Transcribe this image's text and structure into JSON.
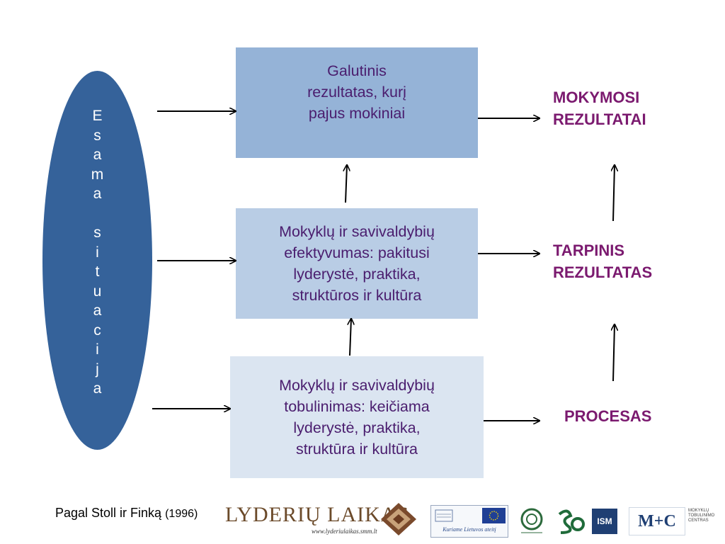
{
  "diagram": {
    "oval_text": "E\ns\na\nm\na\n\ns\ni\nt\nu\na\nc\ni\nj\na",
    "boxes": {
      "top": "Galutinis\nrezultatas, kurį\npajus mokiniai",
      "middle": "Mokyklų ir savivaldybių\nefektyvumas: pakitusi\nlyderystė, praktika,\nstruktūros ir kultūra",
      "bottom": "Mokyklų ir savivaldybių\ntobulinimas: keičiama\nlyderystė, praktika,\nstruktūra ir kultūra"
    },
    "labels": {
      "mokymosi": "MOKYMOSI\nREZULTATAI",
      "tarpinis": "TARPINIS\nREZULTATAS",
      "procesas": "PROCESAS"
    }
  },
  "footer": {
    "source_main": "Pagal Stoll ir Finką",
    "source_year": "(1996)",
    "logo_lyderiu_title": "LYDERIŲ LAIKAS",
    "logo_lyderiu_url": "www.lyderiulaikas.smm.lt",
    "logo_eu_slogan": "Kuriame Lietuvos ateitį",
    "logo_ism": "ISM",
    "logo_mtc": "M+C",
    "logo_mtc_sub": "MOKYKLŲ\nTOBULINIMO\nCENTRAS"
  },
  "colors": {
    "oval": "#35629a",
    "box_top": "#95b3d7",
    "box_middle": "#b9cde5",
    "box_bottom": "#dbe5f1",
    "label_text": "#7b1a6f",
    "box_text": "#4a1d6e"
  }
}
